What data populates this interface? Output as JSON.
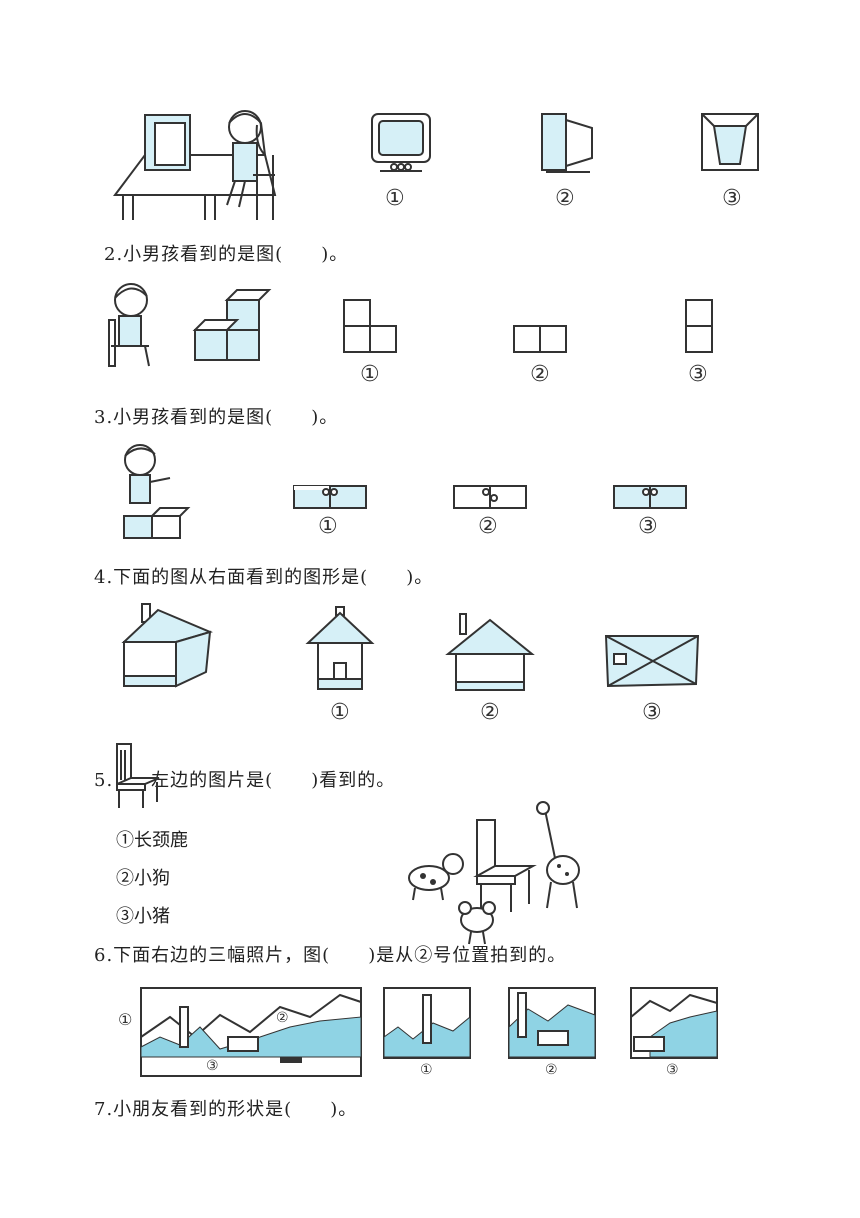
{
  "questions": {
    "q2": "2.小男孩看到的是图(　　)。",
    "q3": "3.小男孩看到的是图(　　)。",
    "q4": "4.下面的图从右面看到的图形是(　　)。",
    "q5": "5.　　左边的图片是(　　)看到的。",
    "q6": "6.下面右边的三幅照片，图(　　)是从②号位置拍到的。",
    "q7": "7.小朋友看到的形状是(　　)。"
  },
  "labels": {
    "one": "①",
    "two": "②",
    "three": "③"
  },
  "q5_options": [
    "①长颈鹿",
    "②小狗",
    "③小猪"
  ],
  "colors": {
    "light_blue": "#d6f0f7",
    "line": "#333333"
  }
}
